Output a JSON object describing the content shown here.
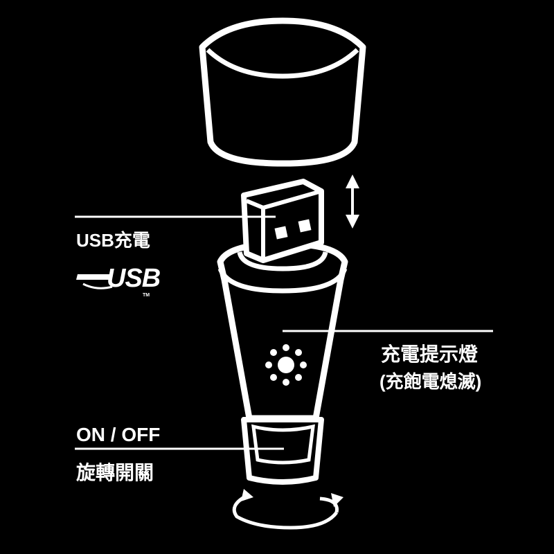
{
  "labels": {
    "usb_charge": "USB充電",
    "usb_logo": "USB",
    "usb_logo_tm": "TM",
    "indicator_title": "充電提示燈",
    "indicator_note": "(充飽電熄滅)",
    "on_off": "ON / OFF",
    "rotate_switch": "旋轉開關"
  },
  "colors": {
    "background": "#000000",
    "outline": "#ffffff",
    "body_fill": "#000000"
  },
  "icons": [
    "double-arrow-vertical-icon",
    "rotate-arrows-icon",
    "indicator-led-ring-icon",
    "usb-logo-icon"
  ]
}
